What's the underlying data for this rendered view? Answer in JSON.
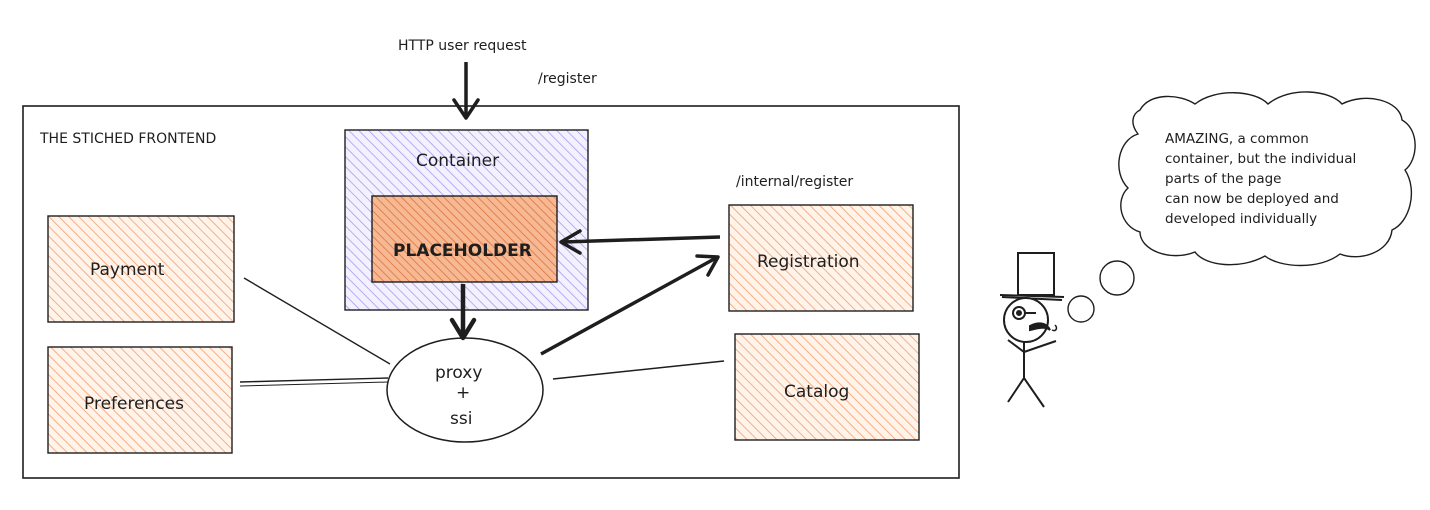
{
  "request": {
    "label": "HTTP user request",
    "path": "/register"
  },
  "frontend": {
    "title": "THE STICHED FRONTEND"
  },
  "container": {
    "label": "Container",
    "placeholder": "PLACEHOLDER"
  },
  "services": {
    "payment": "Payment",
    "preferences": "Preferences",
    "registration": "Registration",
    "catalog": "Catalog",
    "internal_path": "/internal/register"
  },
  "proxy": {
    "line1": "proxy",
    "line2": "+",
    "line3": "ssi"
  },
  "thought": {
    "lines": [
      "AMAZING, a common",
      "container, but the individual",
      "parts of the page",
      "can now be deployed and",
      "developed individually"
    ]
  },
  "colors": {
    "service_fill": "#ffc9a0",
    "service_stroke": "#e8590c",
    "container_fill": "#b9adff",
    "container_stroke": "#6741d9",
    "placeholder_fill": "#f4a47a",
    "ink": "#1e1e1e"
  }
}
